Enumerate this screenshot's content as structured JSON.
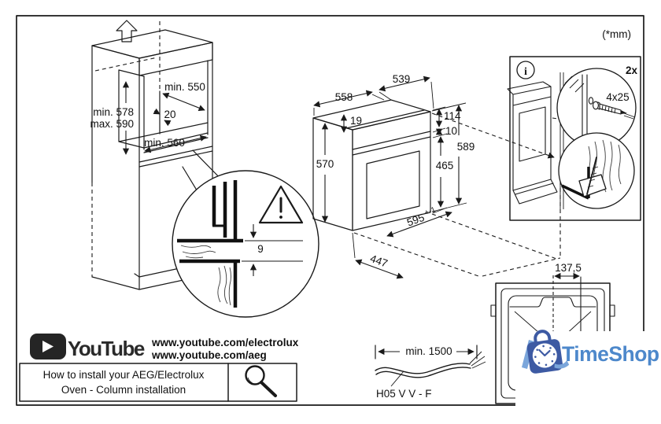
{
  "units_note": "(*mm)",
  "cabinet": {
    "height_range_line1": "min. 578",
    "height_range_line2": "max. 590",
    "niche_depth": "min. 550",
    "rear_gap": "20",
    "niche_width": "min. 560"
  },
  "detail": {
    "trim_gap": "9"
  },
  "oven": {
    "top_depth": "539",
    "top_width": "558",
    "top_recess": "19",
    "panel_height": "114",
    "clearance": "10",
    "total_height": "589",
    "body_height": "570",
    "door_height": "465",
    "front_width": "595",
    "front_width_tolerance": "+-1",
    "bottom_depth": "447"
  },
  "hardware": {
    "info_symbol": "i",
    "quantity": "2x",
    "screw_size": "4x25"
  },
  "top_view": {
    "center_offset": "137,5"
  },
  "cable": {
    "min_length": "min. 1500",
    "cable_type": "H05 V V - F"
  },
  "youtube": {
    "brand": "YouTube",
    "url_line1": "www.youtube.com/electrolux",
    "url_line2": "www.youtube.com/aeg",
    "video_title_line1": "How to install your AEG/Electrolux",
    "video_title_line2": "Oven - Column installation"
  },
  "watermark": {
    "text": "TimeShop"
  },
  "colors": {
    "ink": "#1a1a1a",
    "watermark_blue": "#4d88cb",
    "watermark_dark_blue": "#3d5aa3",
    "watermark_light_blue": "#7ba6db"
  }
}
